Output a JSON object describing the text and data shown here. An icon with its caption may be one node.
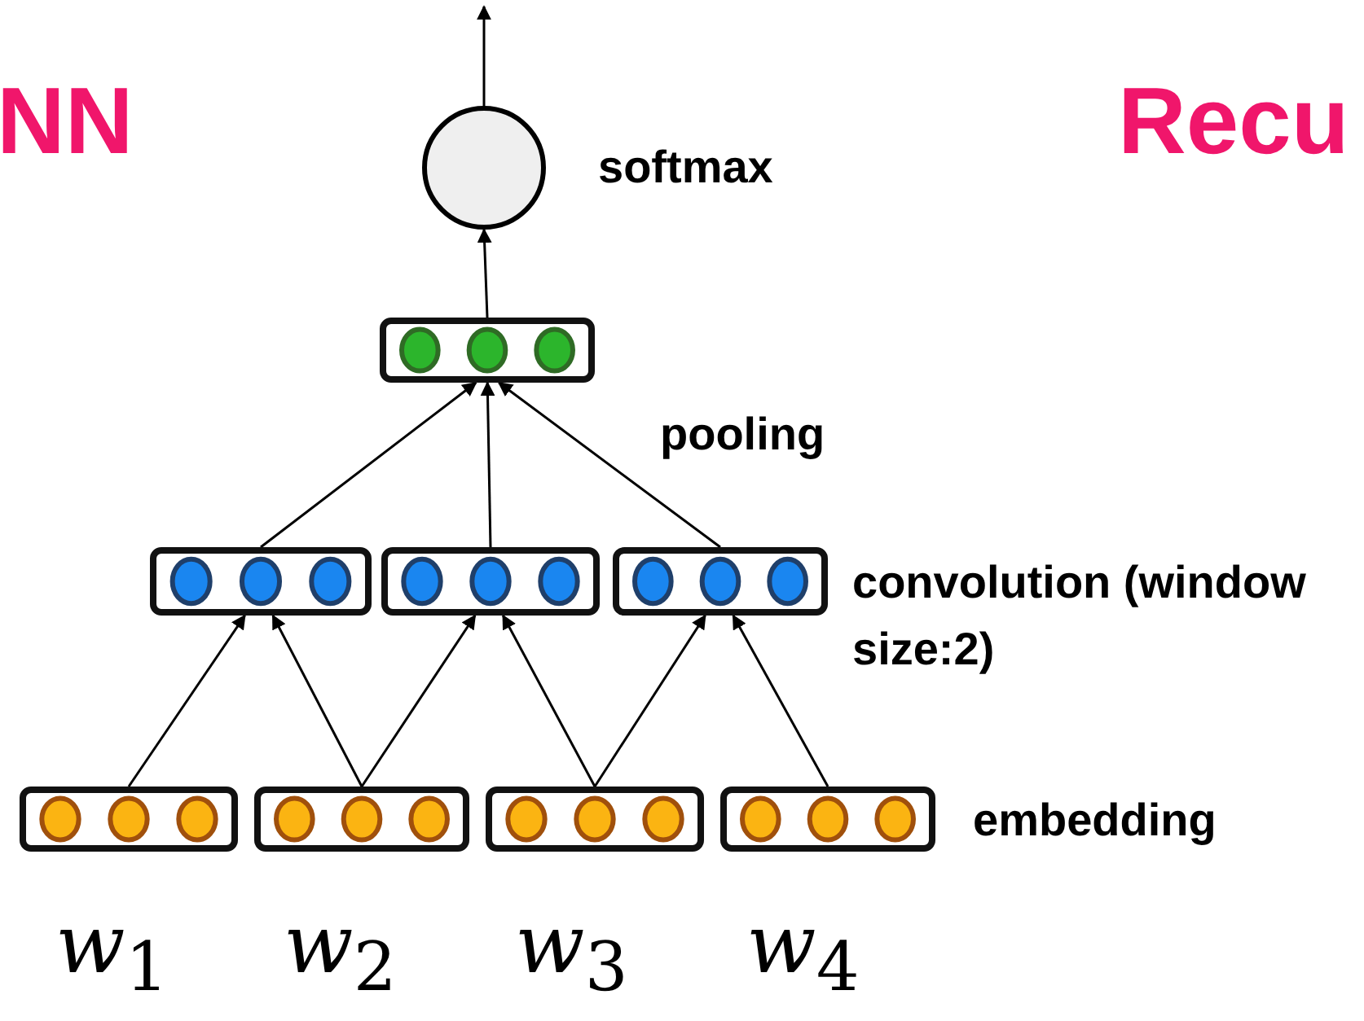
{
  "diagram": {
    "nodes": [
      {
        "text": [],
        "shape": "circle",
        "beside": [
          "softmax"
        ]
      },
      {
        "text": [],
        "shape": "box"
      },
      {
        "text": [],
        "shape": "box"
      },
      {
        "text": [],
        "shape": "box"
      },
      {
        "text": [],
        "shape": "box"
      },
      {
        "text": [],
        "shape": "box"
      },
      {
        "text": [],
        "shape": "box"
      },
      {
        "text": [],
        "shape": "box"
      },
      {
        "text": [],
        "shape": "box"
      }
    ],
    "edges": [
      {
        "from": 0,
        "to": null,
        "arrow": "to"
      },
      {
        "from": 1,
        "to": 0,
        "arrow": "to"
      },
      {
        "from": 2,
        "to": 1,
        "arrow": "to"
      },
      {
        "from": 3,
        "to": 1,
        "arrow": "to"
      },
      {
        "from": 4,
        "to": 1,
        "arrow": "to"
      },
      {
        "from": 5,
        "to": 2,
        "arrow": "to"
      },
      {
        "from": 6,
        "to": 2,
        "arrow": "to"
      },
      {
        "from": 6,
        "to": 3,
        "arrow": "to"
      },
      {
        "from": 7,
        "to": 3,
        "arrow": "to"
      },
      {
        "from": 7,
        "to": 4,
        "arrow": "to"
      },
      {
        "from": 8,
        "to": 4,
        "arrow": "to"
      }
    ],
    "labels": [
      "NN",
      "Recu",
      "pooling",
      "convolution (window size:2)",
      "embedding",
      "*w*$_{1}$",
      "*w*$_{2}$",
      "*w*$_{3}$",
      "*w*$_{4}$"
    ]
  }
}
